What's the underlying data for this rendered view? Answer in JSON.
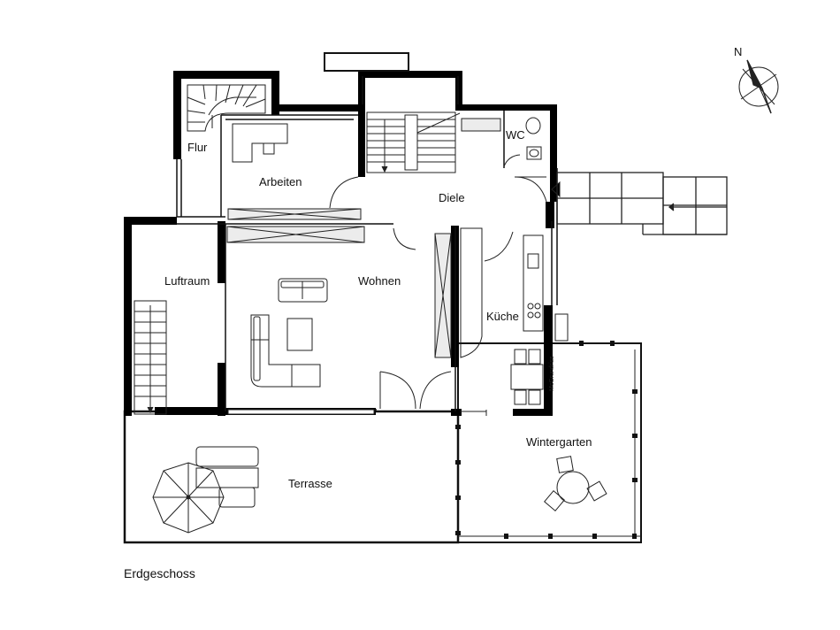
{
  "floor_name": "Erdgeschoss",
  "compass_label": "N",
  "watermark": "McGrundriss",
  "rooms": {
    "flur": "Flur",
    "arbeiten": "Arbeiten",
    "wc": "WC",
    "diele": "Diele",
    "luftraum": "Luftraum",
    "wohnen": "Wohnen",
    "kueche": "Küche",
    "wintergarten": "Wintergarten",
    "terrasse": "Terrasse"
  },
  "colors": {
    "wall": "#000000",
    "line": "#222222",
    "fill_light": "#ececec",
    "background": "#ffffff"
  }
}
